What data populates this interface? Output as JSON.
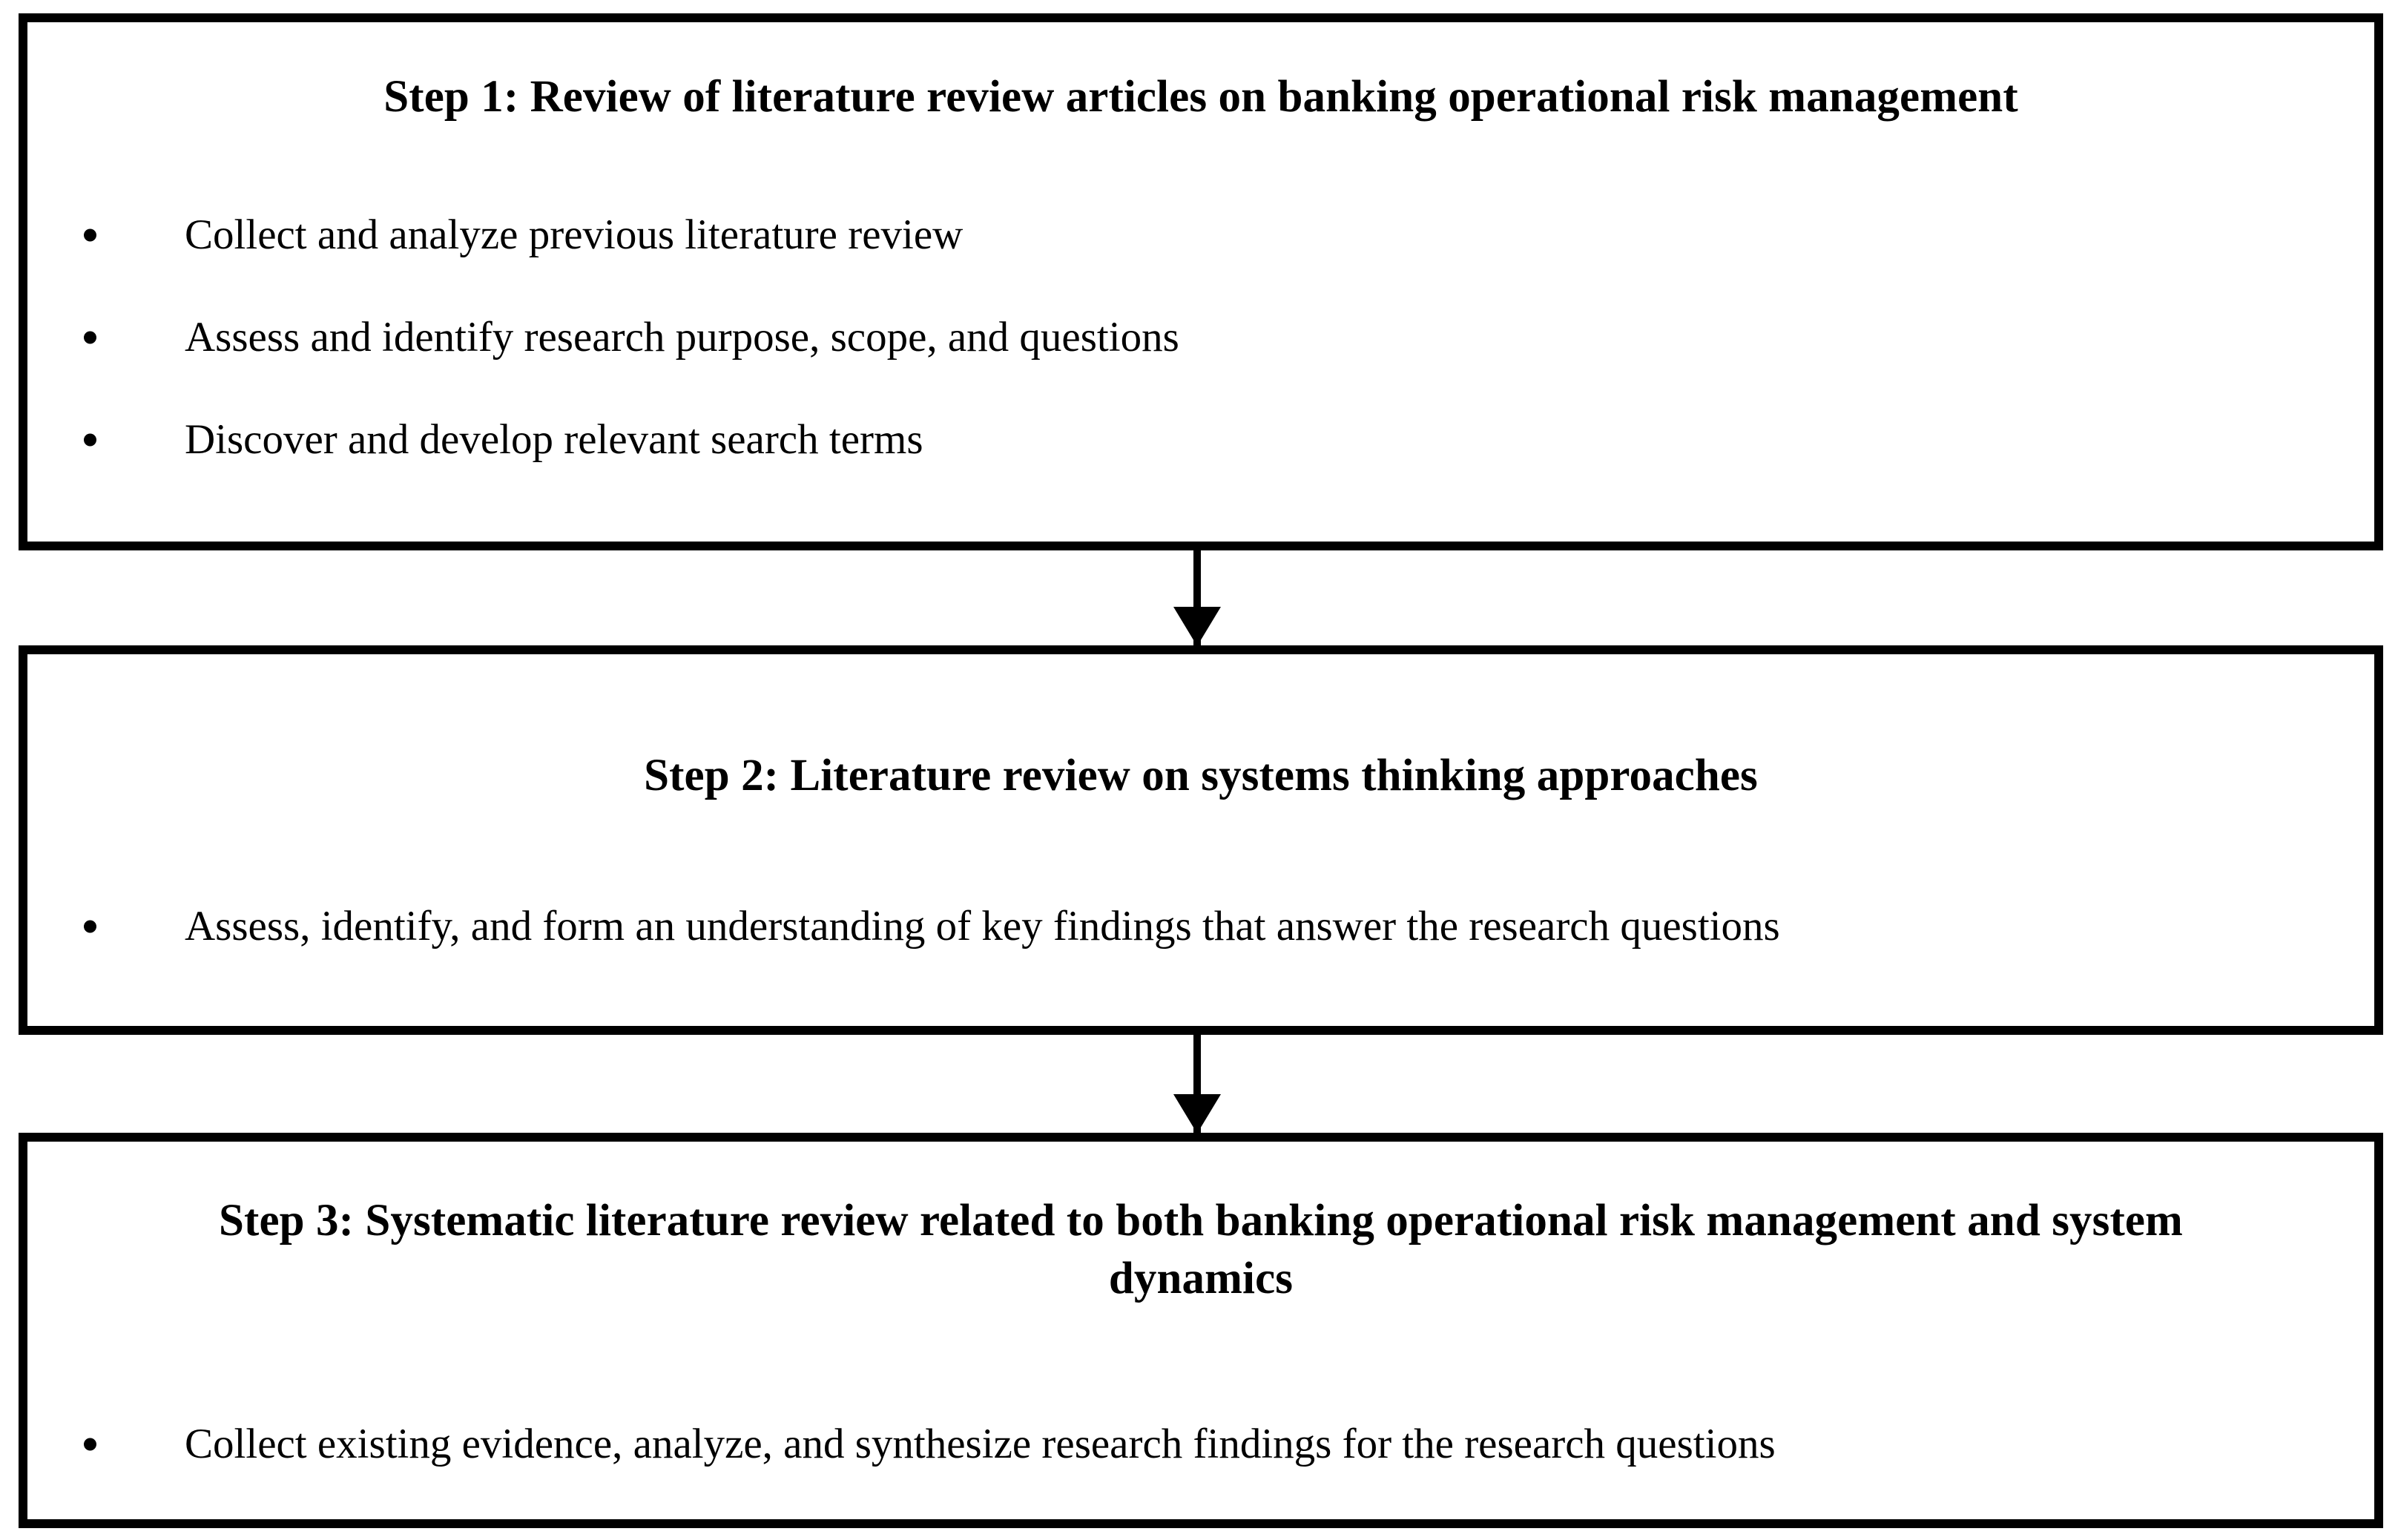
{
  "diagram": {
    "type": "vertical-flowchart",
    "orientation": "top-to-bottom",
    "step_count": 3,
    "colors": {
      "border": "#000000",
      "background": "#ffffff",
      "text": "#000000",
      "arrow": "#000000"
    }
  },
  "steps": [
    {
      "id": "step-1",
      "title": "Step 1: Review of literature review articles on banking operational risk management",
      "bullets": [
        "Collect and analyze previous literature review",
        "Assess and identify research purpose, scope, and questions",
        "Discover and develop relevant search terms"
      ]
    },
    {
      "id": "step-2",
      "title": "Step 2: Literature review on systems thinking approaches",
      "bullets": [
        "Assess, identify, and form an understanding of key findings that answer the research questions"
      ]
    },
    {
      "id": "step-3",
      "title": "Step 3: Systematic literature review related to both banking operational risk management and system dynamics",
      "bullets": [
        "Collect existing evidence, analyze, and synthesize research findings for the research questions"
      ]
    }
  ],
  "connectors": [
    {
      "id": "connector-1",
      "from": "step-1",
      "to": "step-2",
      "icon": "down-arrow-icon"
    },
    {
      "id": "connector-2",
      "from": "step-2",
      "to": "step-3",
      "icon": "down-arrow-icon"
    }
  ]
}
